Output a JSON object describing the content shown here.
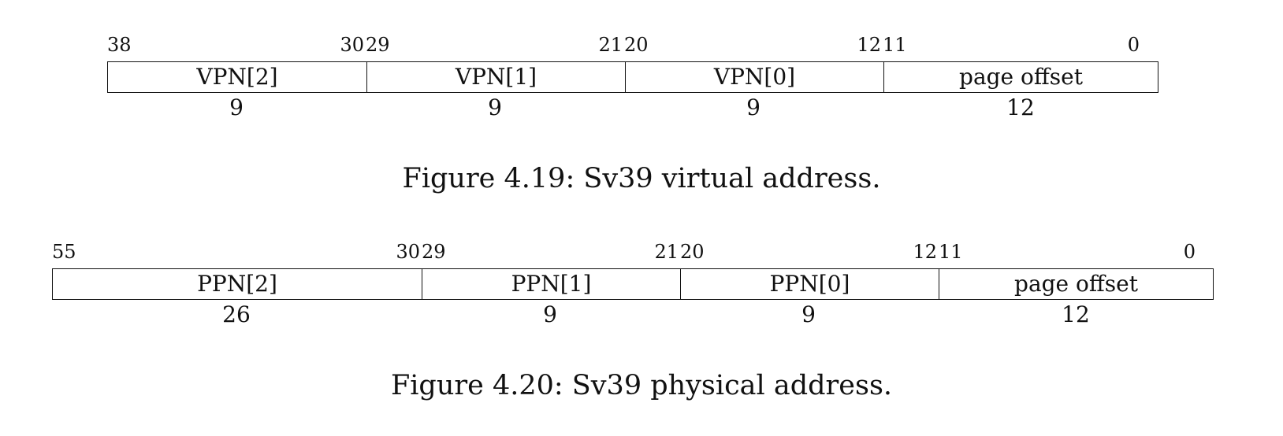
{
  "figures": [
    {
      "caption": "Figure 4.19: Sv39 virtual address.",
      "fields": [
        {
          "name": "VPN[2]",
          "high": "38",
          "low": "30",
          "width": "9"
        },
        {
          "name": "VPN[1]",
          "high": "29",
          "low": "21",
          "width": "9"
        },
        {
          "name": "VPN[0]",
          "high": "20",
          "low": "12",
          "width": "9"
        },
        {
          "name": "page offset",
          "high": "11",
          "low": "0",
          "width": "12"
        }
      ]
    },
    {
      "caption": "Figure 4.20: Sv39 physical address.",
      "fields": [
        {
          "name": "PPN[2]",
          "high": "55",
          "low": "30",
          "width": "26"
        },
        {
          "name": "PPN[1]",
          "high": "29",
          "low": "21",
          "width": "9"
        },
        {
          "name": "PPN[0]",
          "high": "20",
          "low": "12",
          "width": "9"
        },
        {
          "name": "page offset",
          "high": "11",
          "low": "0",
          "width": "12"
        }
      ]
    }
  ]
}
